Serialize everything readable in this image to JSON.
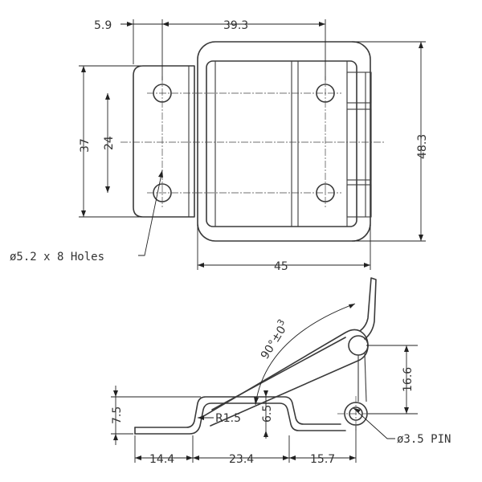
{
  "top_view": {
    "dim_left_offset": "5.9",
    "dim_hole_spacing_x": "39.3",
    "dim_total_height": "37",
    "dim_hole_spacing_y": "24",
    "dim_right_height": "48.3",
    "dim_total_width": "45",
    "holes_callout": "ø5.2 x 8 Holes"
  },
  "side_view": {
    "dim_angle": "90°±0",
    "dim_angle_tol": "3",
    "dim_pin_height": "16.6",
    "dim_height": "7.5",
    "dim_bend_radius": "R1.5",
    "dim_offset": "6.5",
    "dim_left_flange": "14.4",
    "dim_mid": "23.4",
    "dim_right_flange": "15.7",
    "pin_callout": "ø3.5 PIN"
  }
}
